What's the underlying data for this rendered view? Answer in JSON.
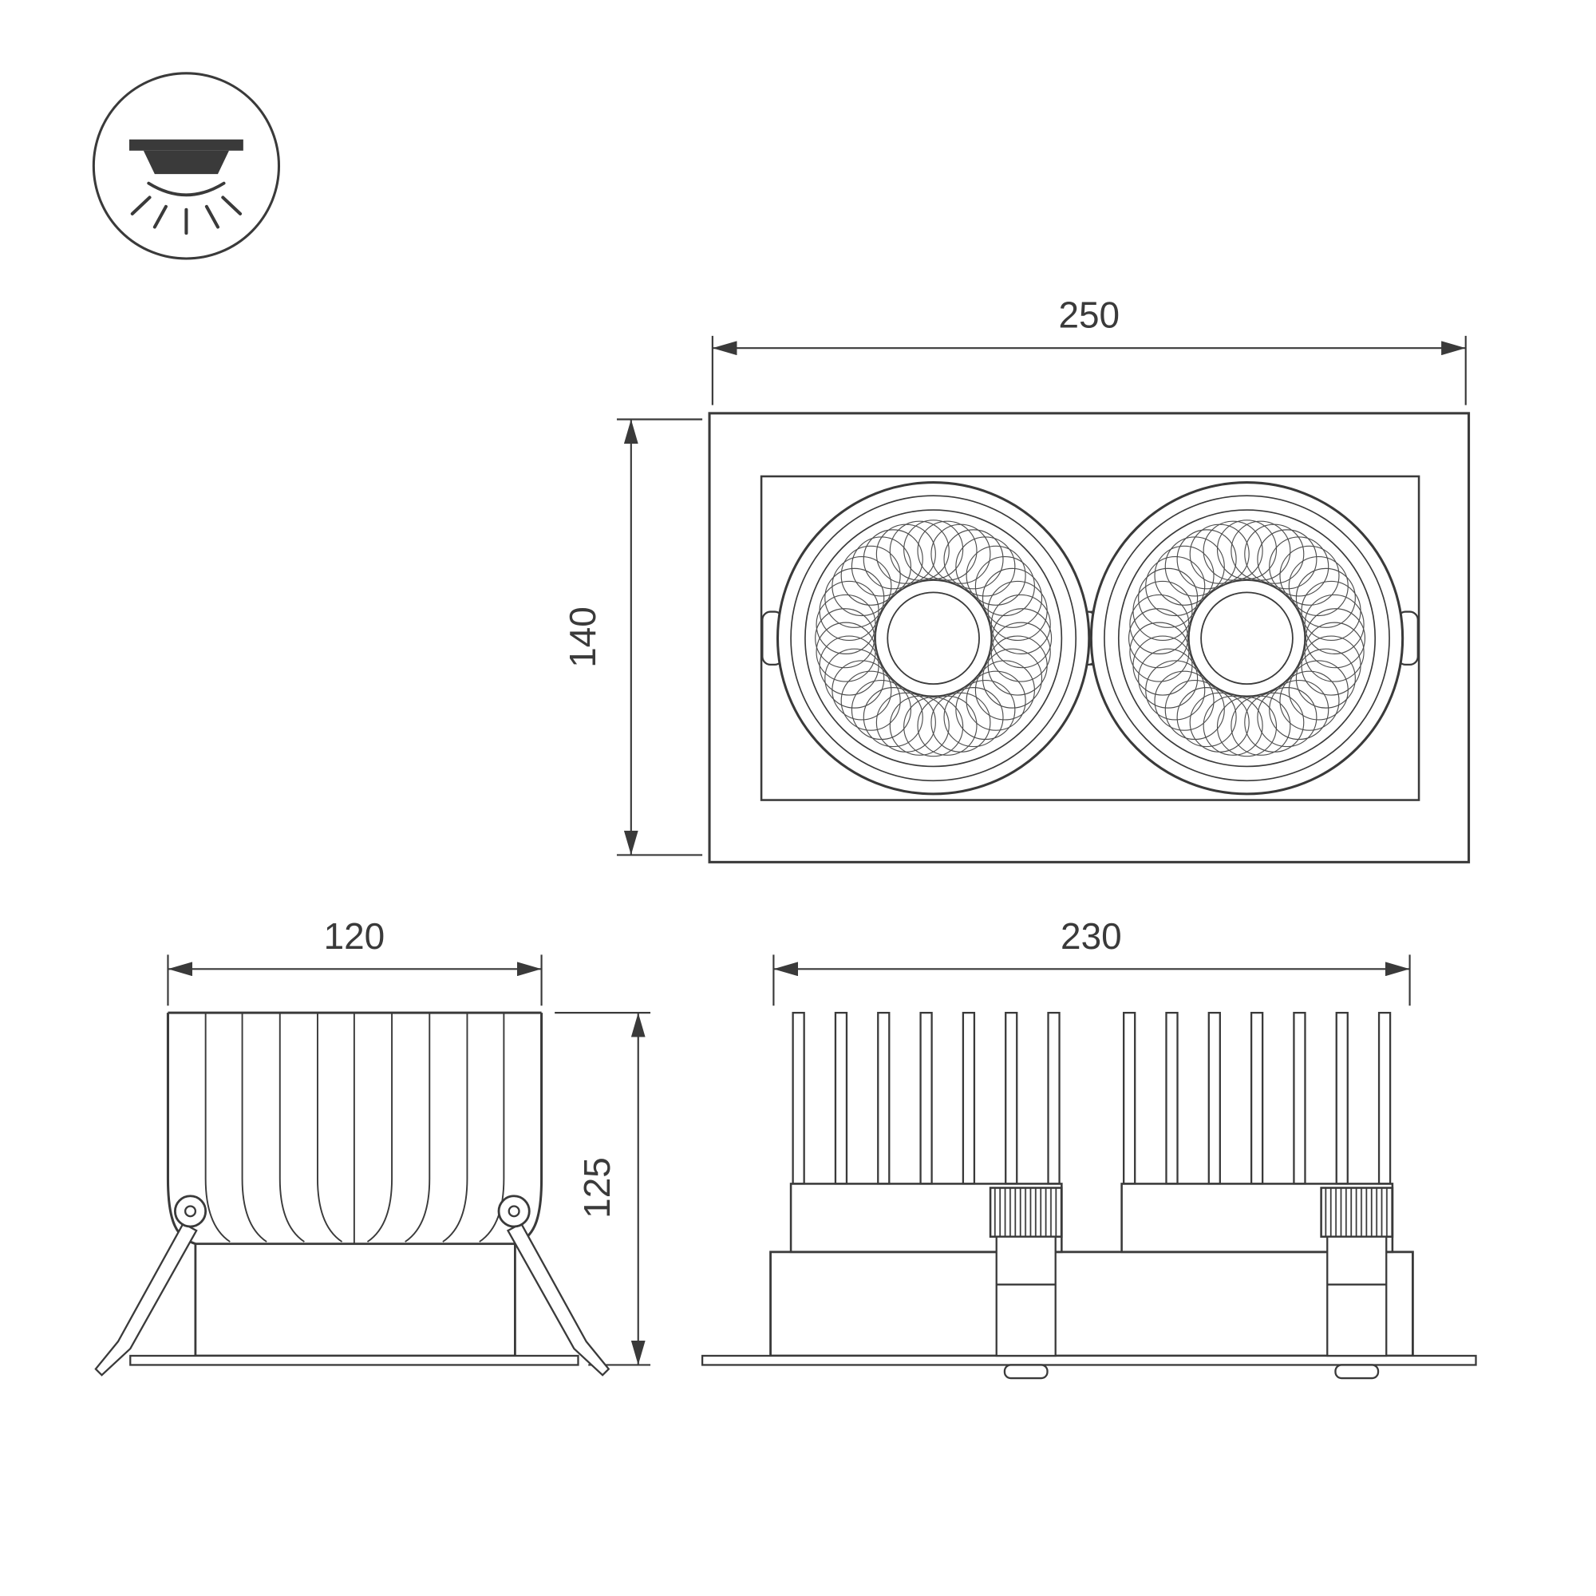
{
  "colors": {
    "line": "#3a3a3a",
    "background": "#ffffff"
  },
  "icon": {
    "name": "recessed-downlight"
  },
  "views": {
    "front": {
      "width": "250",
      "height": "140"
    },
    "side": {
      "width": "120",
      "height": "125"
    },
    "long_side": {
      "width": "230"
    }
  }
}
